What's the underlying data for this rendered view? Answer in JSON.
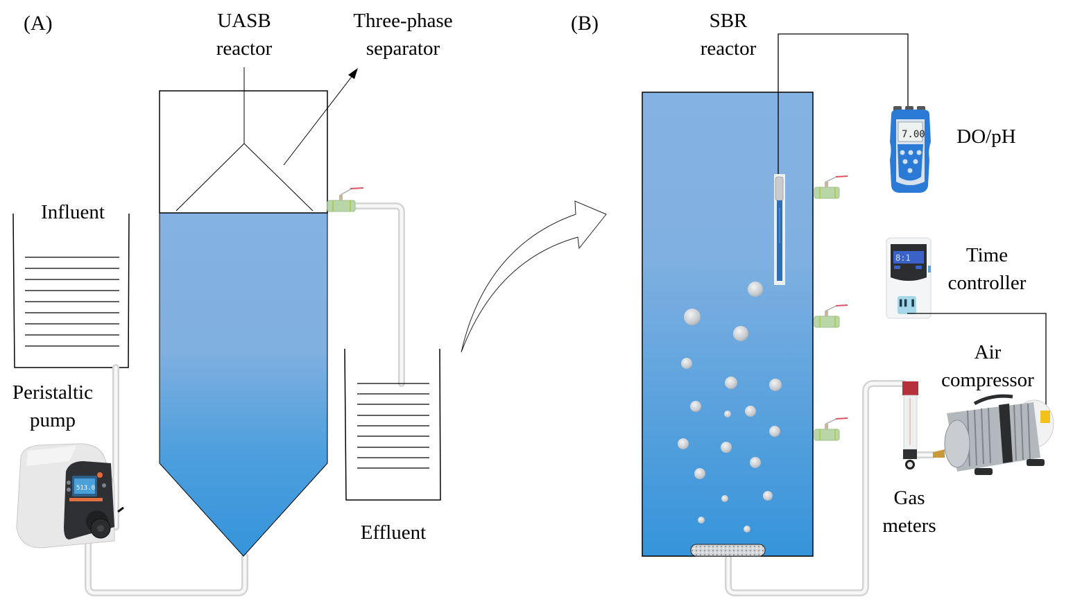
{
  "panels": {
    "a": {
      "label": "(A)",
      "uasb_title": [
        "UASB",
        "reactor"
      ],
      "separator_title": [
        "Three-phase",
        "separator"
      ],
      "influent": "Influent",
      "effluent": "Effluent",
      "pump": [
        "Peristaltic",
        "pump"
      ]
    },
    "b": {
      "label": "(B)",
      "sbr_title": [
        "SBR",
        "reactor"
      ],
      "do_ph": "DO/pH",
      "time_controller": [
        "Time",
        "controller"
      ],
      "air_compressor": [
        "Air",
        "compressor"
      ],
      "gas_meters": [
        "Gas",
        "meters"
      ],
      "meter_reading": "7.00"
    }
  },
  "colors": {
    "water_top": "#84b2e2",
    "water_bottom": "#3594da",
    "pipe": "#e6e6e6",
    "valve": "#b9d6a8",
    "valve_handle": "#e05060",
    "bubble": "#d0d4d8"
  }
}
